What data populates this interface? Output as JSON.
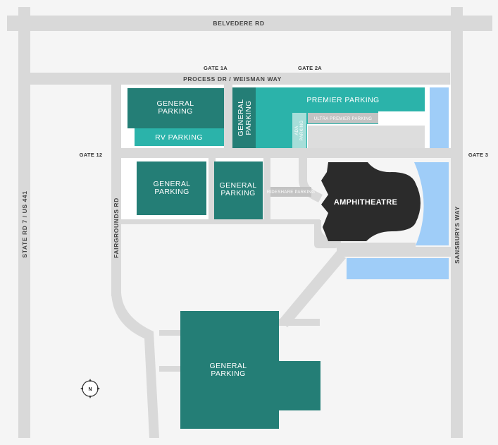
{
  "colors": {
    "background": "#f5f5f5",
    "road": "#d9d9d9",
    "general_parking": "#247e76",
    "premier_parking": "#2bb3aa",
    "light_teal": "#a6ded9",
    "reserved_gray": "#dddddd",
    "label_gray": "#c3c3c3",
    "water_blue": "#9fcdf8",
    "amphitheatre": "#2b2b2b"
  },
  "roads": {
    "belvedere": "BELVEDERE RD",
    "process": "PROCESS DR / WEISMAN WAY",
    "state_rd": "STATE RD 7 / US 441",
    "fairgrounds": "FAIRGROUNDS RD",
    "sansburys": "SANSBURYS WAY"
  },
  "gates": {
    "gate_1a": "GATE 1A",
    "gate_2a": "GATE 2A",
    "gate_12": "GATE 12",
    "gate_3": "GATE 3"
  },
  "lots": {
    "general_1": [
      "GENERAL",
      "PARKING"
    ],
    "rv": "RV PARKING",
    "general_vertical": [
      "GENERAL",
      "PARKING"
    ],
    "premier": "PREMIER PARKING",
    "ultra_premier": "ULTRA PREMIER PARKING",
    "ada": [
      "ADA",
      "PARKING"
    ],
    "general_2": [
      "GENERAL",
      "PARKING"
    ],
    "general_3": [
      "GENERAL",
      "PARKING"
    ],
    "rideshare": "RIDESHARE PARKING",
    "general_south": [
      "GENERAL",
      "PARKING"
    ]
  },
  "venue": {
    "amphitheatre": "AMPHITHEATRE"
  },
  "compass": {
    "label": "N",
    "icon": "compass-icon"
  }
}
